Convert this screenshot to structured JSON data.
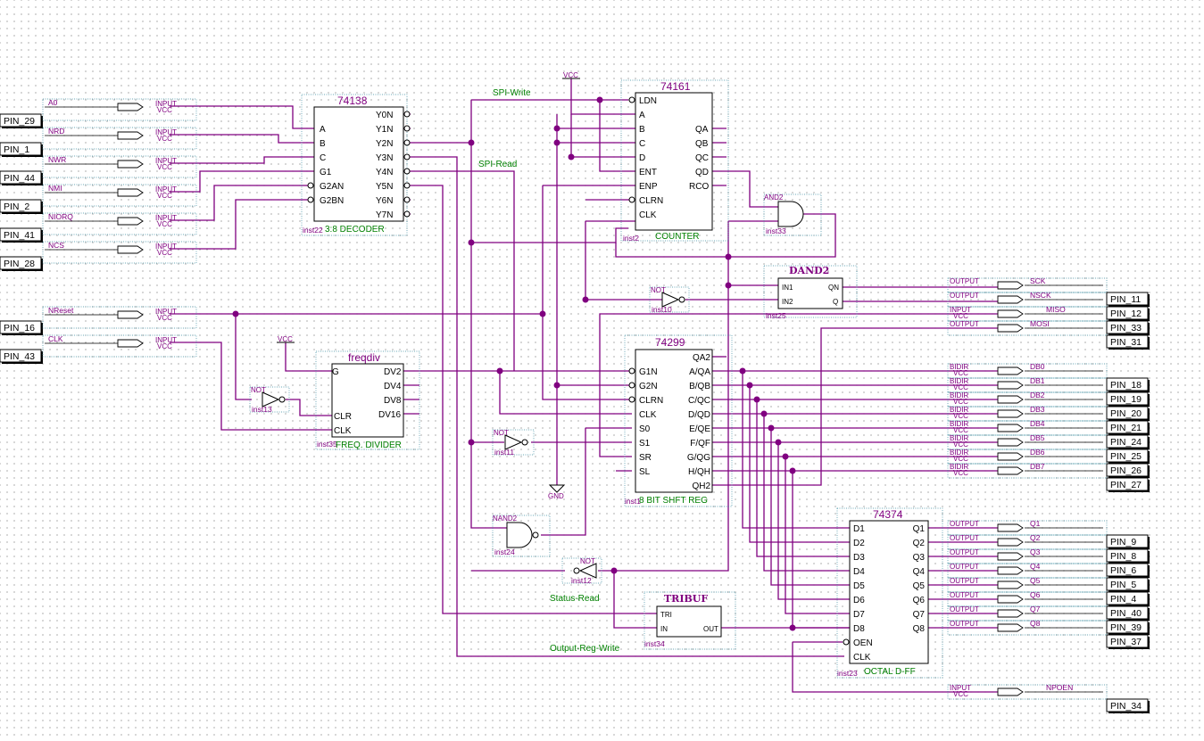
{
  "colors": {
    "wire": "#800080",
    "component": "#000000",
    "net_label": "#008000",
    "background": "#ffffff"
  },
  "left_pins": [
    "PIN_29",
    "PIN_1",
    "PIN_44",
    "PIN_2",
    "PIN_41",
    "PIN_28",
    "PIN_16",
    "PIN_43"
  ],
  "input_signals": [
    "A0",
    "NRD",
    "NWR",
    "NMI",
    "NIORQ",
    "NCS",
    "NReset",
    "CLK"
  ],
  "right_pins_top": [
    "PIN_11",
    "PIN_12",
    "PIN_33",
    "PIN_31"
  ],
  "right_pins_db": [
    "PIN_18",
    "PIN_19",
    "PIN_20",
    "PIN_21",
    "PIN_24",
    "PIN_25",
    "PIN_26",
    "PIN_27"
  ],
  "right_pins_q": [
    "PIN_9",
    "PIN_8",
    "PIN_6",
    "PIN_5",
    "PIN_4",
    "PIN_40",
    "PIN_39",
    "PIN_37"
  ],
  "pin_npoen": "PIN_34",
  "db_signals": [
    "DB0",
    "DB1",
    "DB2",
    "DB3",
    "DB4",
    "DB5",
    "DB6",
    "DB7"
  ],
  "q_signals": [
    "Q1",
    "Q2",
    "Q3",
    "Q4",
    "Q5",
    "Q6",
    "Q7",
    "Q8"
  ],
  "spi_signals": [
    "SCK",
    "NSCK",
    "MISO",
    "MOSI"
  ],
  "npoen_label": "NPOEN",
  "port_types": {
    "input": "INPUT",
    "output": "OUTPUT",
    "bidir": "BIDIR",
    "vcc": "VCC",
    "gnd": "GND"
  },
  "net_labels": {
    "spi_write": "SPI-Write",
    "spi_read": "SPI-Read",
    "status_read": "Status-Read",
    "output_reg_write": "Output-Reg-Write"
  },
  "decoder": {
    "title": "74138",
    "subtitle": "3:8 DECODER",
    "inst": "inst22",
    "inputs": [
      "A",
      "B",
      "C",
      "G1",
      "G2AN",
      "G2BN"
    ],
    "outputs": [
      "Y0N",
      "Y1N",
      "Y2N",
      "Y3N",
      "Y4N",
      "Y5N",
      "Y6N",
      "Y7N"
    ]
  },
  "counter": {
    "title": "74161",
    "subtitle": "COUNTER",
    "inst": "inst2",
    "inputs": [
      "LDN",
      "A",
      "B",
      "C",
      "D",
      "ENT",
      "ENP",
      "CLRN",
      "CLK"
    ],
    "outputs": [
      "QA",
      "QB",
      "QC",
      "QD",
      "RCO"
    ]
  },
  "freqdiv": {
    "title": "freqdiv",
    "subtitle": "FREQ. DIVIDER",
    "inst": "inst35",
    "inputs": [
      "G",
      "CLR",
      "CLK"
    ],
    "outputs": [
      "DV2",
      "DV4",
      "DV8",
      "DV16"
    ]
  },
  "shiftreg": {
    "title": "74299",
    "subtitle": "8 BIT SHFT REG",
    "inst": "inst1",
    "inputs": [
      "G1N",
      "G2N",
      "CLRN",
      "CLK",
      "S0",
      "S1",
      "SR",
      "SL"
    ],
    "outputs": [
      "QA2",
      "A/QA",
      "B/QB",
      "C/QC",
      "D/QD",
      "E/QE",
      "F/QF",
      "G/QG",
      "H/QH",
      "QH2"
    ]
  },
  "octaldff": {
    "title": "74374",
    "subtitle": "OCTAL D-FF",
    "inst": "inst23",
    "inputs": [
      "D1",
      "D2",
      "D3",
      "D4",
      "D5",
      "D6",
      "D7",
      "D8",
      "OEN",
      "CLK"
    ],
    "outputs": [
      "Q1",
      "Q2",
      "Q3",
      "Q4",
      "Q5",
      "Q6",
      "Q7",
      "Q8"
    ]
  },
  "dand2": {
    "title": "DAND2",
    "inst": "inst25",
    "inputs": [
      "IN1",
      "IN2"
    ],
    "outputs": [
      "QN",
      "Q"
    ]
  },
  "tribuf": {
    "title": "TRIBUF",
    "inst": "inst34",
    "inputs": [
      "TRI",
      "IN"
    ],
    "output": "OUT"
  },
  "gates": {
    "and2": {
      "label": "AND2",
      "inst": "inst33"
    },
    "nand2": {
      "label": "NAND2",
      "inst": "inst24"
    },
    "not10": {
      "label": "NOT",
      "inst": "inst10"
    },
    "not11": {
      "label": "NOT",
      "inst": "inst11"
    },
    "not12": {
      "label": "NOT",
      "inst": "inst12"
    },
    "not13": {
      "label": "NOT",
      "inst": "inst13"
    }
  }
}
